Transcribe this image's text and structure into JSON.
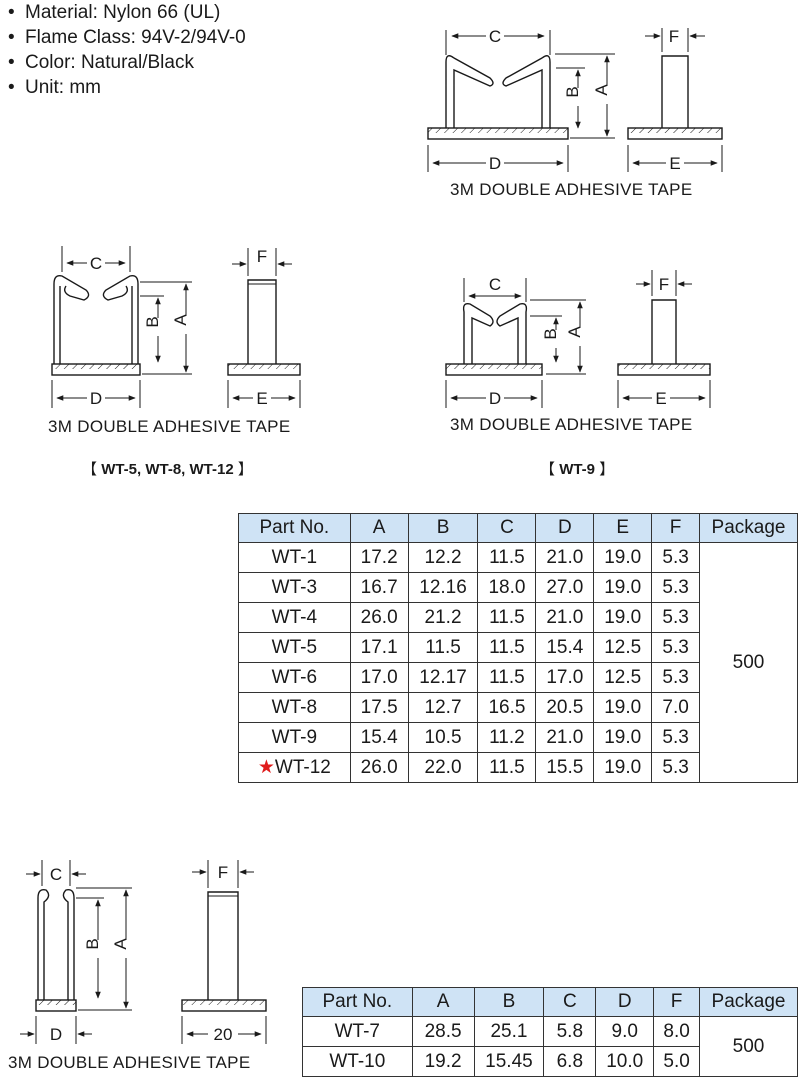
{
  "specs": [
    "Material: Nylon 66 (UL)",
    "Flame Class: 94V-2/94V-0",
    "Color: Natural/Black",
    "Unit: mm"
  ],
  "dim_letters": {
    "a": "A",
    "b": "B",
    "c": "C",
    "d": "D",
    "e": "E",
    "f": "F"
  },
  "tape_label": "3M DOUBLE ADHESIVE TAPE",
  "bottom_width": "20",
  "captions": {
    "group1": {
      "open": "【",
      "models": "WT-5, WT-8, WT-12",
      "close": "】"
    },
    "group2": {
      "open": "【",
      "models": "WT-9",
      "close": "】"
    }
  },
  "table1": {
    "headers": [
      "Part No.",
      "A",
      "B",
      "C",
      "D",
      "E",
      "F",
      "Package"
    ],
    "rows": [
      {
        "part": "WT-1",
        "a": "17.2",
        "b": "12.2",
        "c": "11.5",
        "d": "21.0",
        "e": "19.0",
        "f": "5.3"
      },
      {
        "part": "WT-3",
        "a": "16.7",
        "b": "12.16",
        "c": "18.0",
        "d": "27.0",
        "e": "19.0",
        "f": "5.3"
      },
      {
        "part": "WT-4",
        "a": "26.0",
        "b": "21.2",
        "c": "11.5",
        "d": "21.0",
        "e": "19.0",
        "f": "5.3"
      },
      {
        "part": "WT-5",
        "a": "17.1",
        "b": "11.5",
        "c": "11.5",
        "d": "15.4",
        "e": "12.5",
        "f": "5.3"
      },
      {
        "part": "WT-6",
        "a": "17.0",
        "b": "12.17",
        "c": "11.5",
        "d": "17.0",
        "e": "12.5",
        "f": "5.3"
      },
      {
        "part": "WT-8",
        "a": "17.5",
        "b": "12.7",
        "c": "16.5",
        "d": "20.5",
        "e": "19.0",
        "f": "7.0"
      },
      {
        "part": "WT-9",
        "a": "15.4",
        "b": "10.5",
        "c": "11.2",
        "d": "21.0",
        "e": "19.0",
        "f": "5.3"
      },
      {
        "part": "WT-12",
        "a": "26.0",
        "b": "22.0",
        "c": "11.5",
        "d": "15.5",
        "e": "19.0",
        "f": "5.3",
        "starred": true
      }
    ],
    "package": "500"
  },
  "table2": {
    "headers": [
      "Part No.",
      "A",
      "B",
      "C",
      "D",
      "F",
      "Package"
    ],
    "rows": [
      {
        "part": "WT-7",
        "a": "28.5",
        "b": "25.1",
        "c": "5.8",
        "d": "9.0",
        "f": "8.0"
      },
      {
        "part": "WT-10",
        "a": "19.2",
        "b": "15.45",
        "c": "6.8",
        "d": "10.0",
        "f": "5.0"
      }
    ],
    "package": "500"
  },
  "colors": {
    "header_bg": "#cfe3f5",
    "star": "#e01c1c",
    "line": "#1a1a1a"
  },
  "icons": {
    "star": "star-icon"
  }
}
